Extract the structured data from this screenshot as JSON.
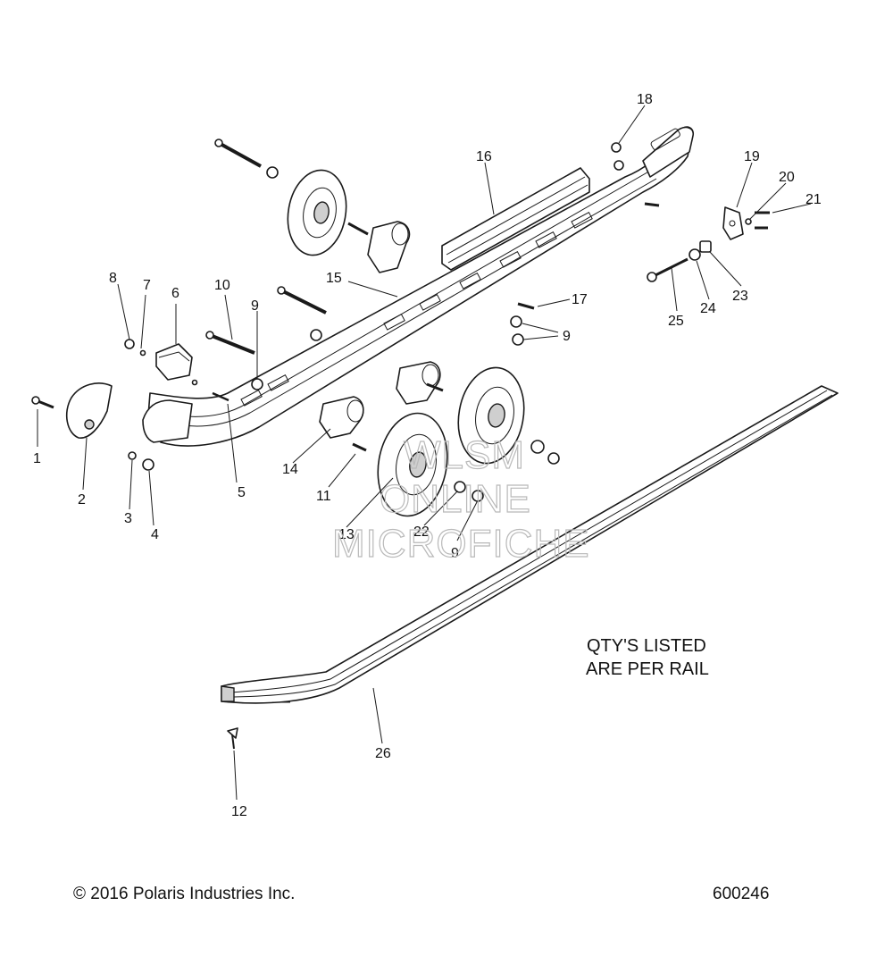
{
  "callouts": [
    "1",
    "2",
    "3",
    "4",
    "5",
    "6",
    "7",
    "8",
    "9",
    "10",
    "11",
    "12",
    "13",
    "14",
    "15",
    "16",
    "17",
    "18",
    "19",
    "20",
    "21",
    "22",
    "23",
    "24",
    "25",
    "26"
  ],
  "repeat_callout_9": "9",
  "note": {
    "line1": "QTY'S LISTED",
    "line2": "ARE PER RAIL"
  },
  "watermark": {
    "line1": "WLSM",
    "line2": "ONLINE",
    "line3": "MICROFICHE"
  },
  "footer": {
    "copyright": "© 2016 Polaris Industries Inc.",
    "diagram_number": "600246"
  }
}
